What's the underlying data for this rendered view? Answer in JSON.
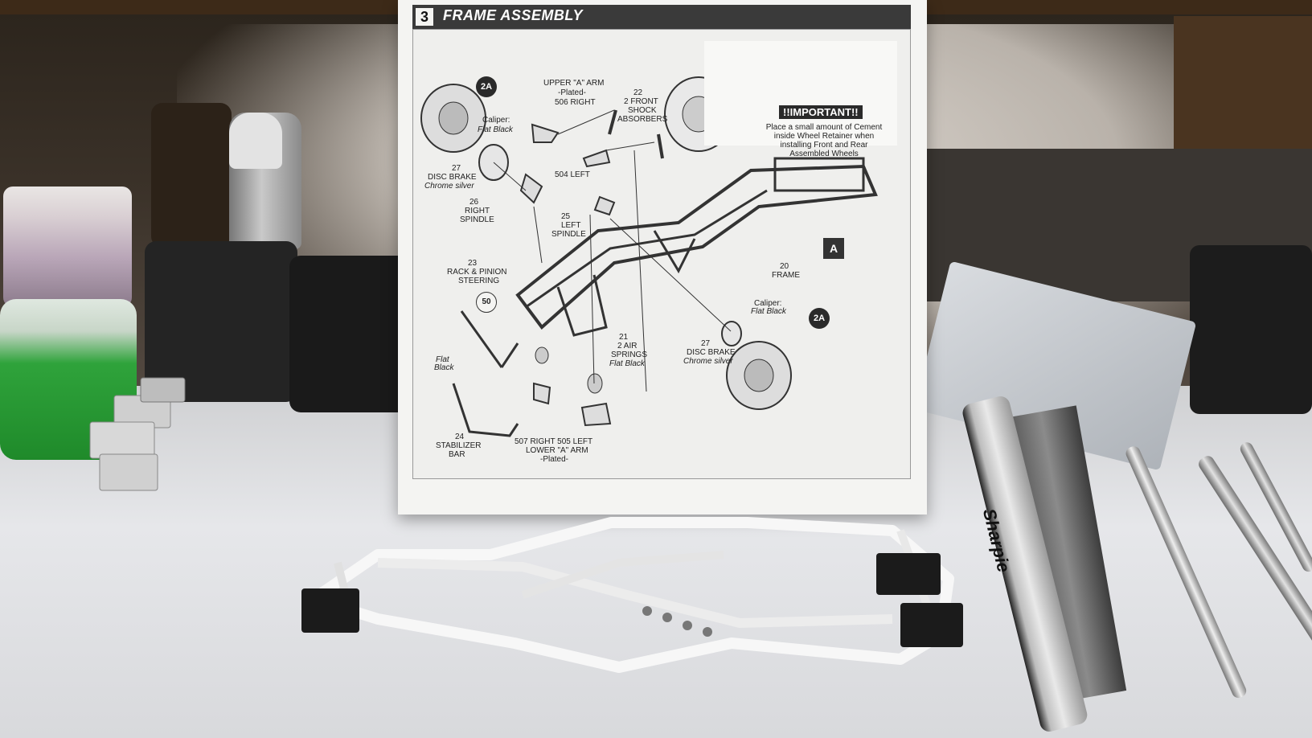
{
  "sheet": {
    "step_number": "3",
    "title": "FRAME ASSEMBLY",
    "labels": {
      "upper_a_arm": "UPPER \"A\" ARM",
      "upper_a_arm_plated": "-Plated-",
      "upper_a_arm_right": "506 RIGHT",
      "shock_num": "22",
      "shock_line1": "2 FRONT",
      "shock_line2": "SHOCK",
      "shock_line3": "ABSORBERS",
      "caliper": "Caliper:",
      "flat_black": "Flat Black",
      "disc_brake_num": "27",
      "disc_brake": "DISC BRAKE",
      "chrome_silver": "Chrome silver",
      "left_504": "504 LEFT",
      "right_spindle_num": "26",
      "right_spindle_1": "RIGHT",
      "right_spindle_2": "SPINDLE",
      "left_spindle_num": "25",
      "left_spindle_1": "LEFT",
      "left_spindle_2": "SPINDLE",
      "rack_num": "23",
      "rack_1": "RACK & PINION",
      "rack_2": "STEERING",
      "frame_num": "20",
      "frame": "FRAME",
      "flat": "Flat",
      "black": "Black",
      "air_num": "21",
      "air_1": "2 AIR",
      "air_2": "SPRINGS",
      "stab_num": "24",
      "stab_1": "STABILIZER",
      "stab_2": "BAR",
      "lower_1": "507 RIGHT  505 LEFT",
      "lower_2": "LOWER \"A\" ARM",
      "lower_3": "-Plated-"
    },
    "callouts": {
      "wheel": "2A",
      "steering": "50",
      "frame_tag": "A"
    },
    "important_title": "!!IMPORTANT!!",
    "important_text": "Place a small amount of Cement inside Wheel Retainer when installing Front and Rear Assembled Wheels"
  },
  "marker": {
    "label": "Sharpie"
  }
}
